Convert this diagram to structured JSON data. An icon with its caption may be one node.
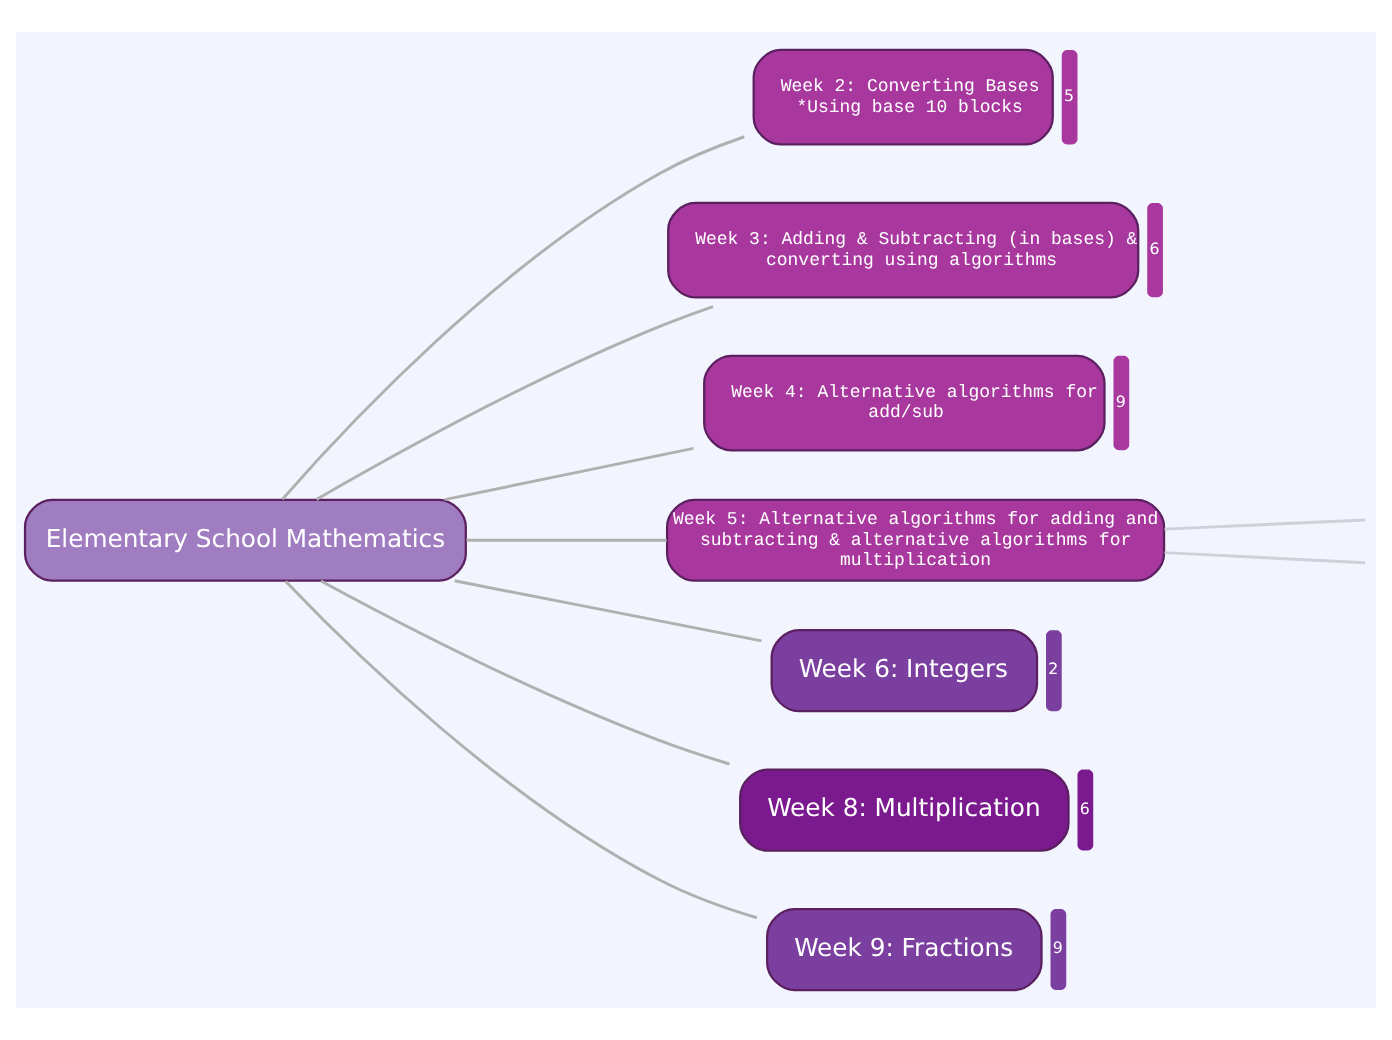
{
  "diagram": {
    "nodes": [
      {
        "text": [
          "Elementary School Mathematics"
        ]
      },
      {
        "text": [
          "Week 2: Converting Bases *Using base 10 blocks"
        ],
        "beside": [
          "5"
        ]
      },
      {
        "text": [
          "Week 3: Adding & Subtracting (in bases) & converting using algorithms"
        ],
        "beside": [
          "6"
        ]
      },
      {
        "text": [
          "Week 4: Alternative algorithms for add/sub"
        ],
        "beside": [
          "9"
        ]
      },
      {
        "text": [
          "Week 5: Alternative algorithms for adding and subtracting & alternative algorithms for  multiplication"
        ]
      },
      {
        "text": [
          "Week 6: Integers"
        ],
        "beside": [
          "2"
        ]
      },
      {
        "text": [
          "Week 8: Multiplication"
        ],
        "beside": [
          "6"
        ]
      },
      {
        "text": [
          "Week 9: Fractions"
        ],
        "beside": [
          "9"
        ]
      }
    ],
    "edges": [
      {
        "from": 0,
        "to": 1,
        "arrow": "none"
      },
      {
        "from": 0,
        "to": 2,
        "arrow": "none"
      },
      {
        "from": 0,
        "to": 3,
        "arrow": "none"
      },
      {
        "from": 0,
        "to": 4,
        "arrow": "none"
      },
      {
        "from": 0,
        "to": 5,
        "arrow": "none"
      },
      {
        "from": 0,
        "to": 6,
        "arrow": "none"
      },
      {
        "from": 0,
        "to": 7,
        "arrow": "none"
      },
      {
        "from": 4,
        "to": null,
        "arrow": "none",
        "color": "#d0d0d8"
      },
      {
        "from": 4,
        "to": null,
        "arrow": "none",
        "color": "#d0d0d8"
      }
    ]
  }
}
